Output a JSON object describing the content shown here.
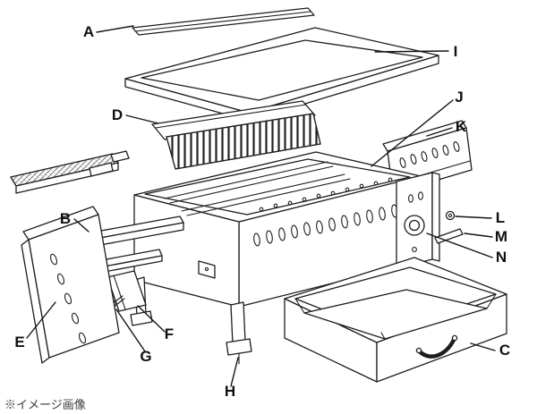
{
  "caption": "※イメージ画像",
  "labels": {
    "A": "A",
    "B": "B",
    "C": "C",
    "D": "D",
    "E": "E",
    "F": "F",
    "G": "G",
    "H": "H",
    "I": "I",
    "J": "J",
    "K": "K",
    "L": "L",
    "M": "M",
    "N": "N"
  }
}
